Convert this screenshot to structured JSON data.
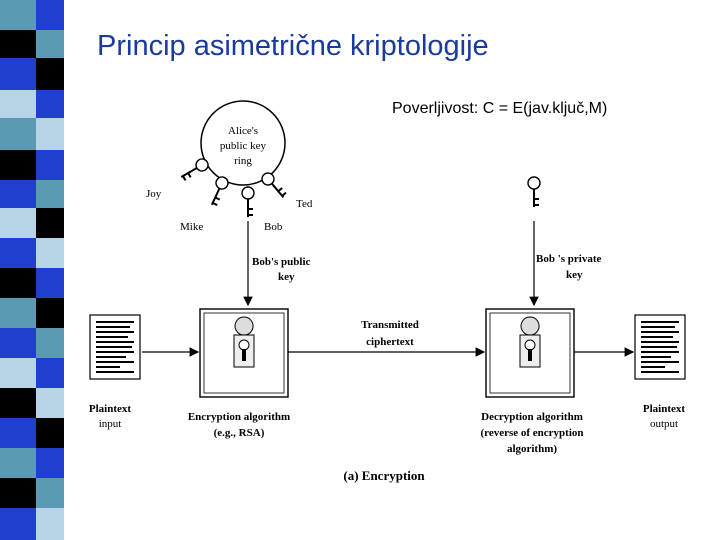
{
  "slide": {
    "title": "Princip asimetrične kriptologije",
    "subtitle": "Poverljivost: C = E(jav.ključ,M)"
  },
  "diagram": {
    "key_ring_line1": "Alice's",
    "key_ring_line2": "public key",
    "key_ring_line3": "ring",
    "joy": "Joy",
    "mike": "Mike",
    "bob": "Bob",
    "ted": "Ted",
    "bob_public_key_line1": "Bob's public",
    "bob_public_key_line2": "key",
    "bob_private_key_line1": "Bob 's private",
    "bob_private_key_line2": "key",
    "transmitted_line1": "Transmitted",
    "transmitted_line2": "ciphertext",
    "plaintext_input_line1": "Plaintext",
    "plaintext_input_line2": "input",
    "encryption_line1": "Encryption algorithm",
    "encryption_line2": "(e.g., RSA)",
    "decryption_line1": "Decryption algorithm",
    "decryption_line2": "(reverse of encryption",
    "decryption_line3": "algorithm)",
    "plaintext_output_line1": "Plaintext",
    "plaintext_output_line2": "output",
    "caption": "(a) Encryption"
  },
  "colors": {
    "title": "#1a3a9c",
    "strip_blue": "#1f3fcf",
    "strip_teal": "#5a9ab4",
    "strip_black": "#000000",
    "strip_light": "#b7d3e6"
  }
}
